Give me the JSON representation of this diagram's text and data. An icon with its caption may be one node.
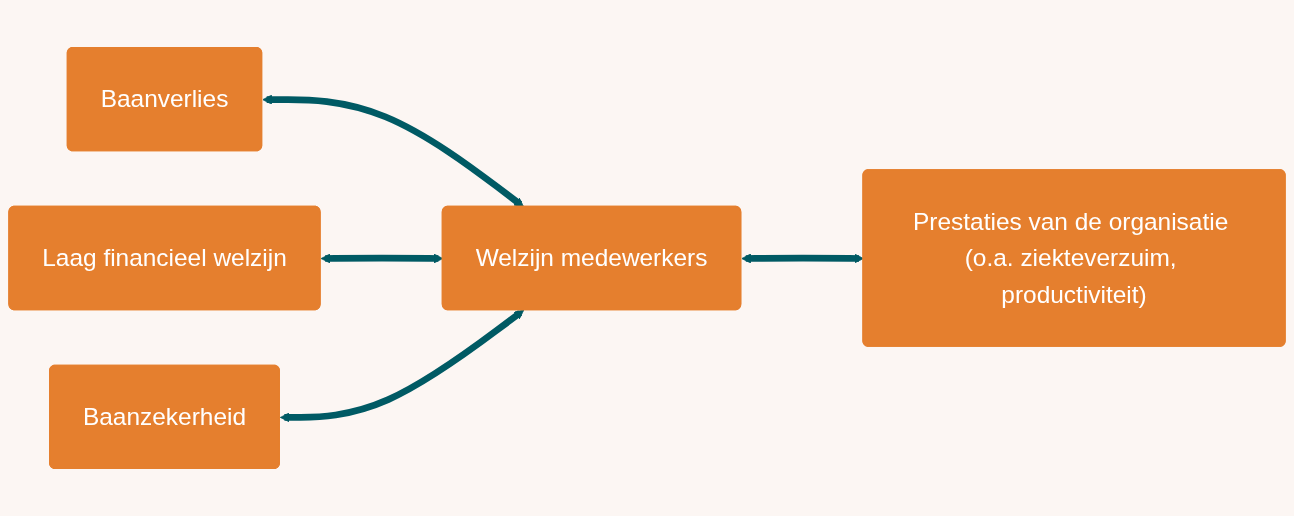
{
  "diagram": {
    "nodes": [
      {
        "text": [
          "Baanverlies"
        ]
      },
      {
        "text": [
          "Laag financieel welzijn"
        ]
      },
      {
        "text": [
          "Baanzekerheid"
        ]
      },
      {
        "text": [
          "Welzijn medewerkers"
        ]
      },
      {
        "text": [
          "Prestaties van de organisatie (o.a. ziekteverzuim, productiviteit)"
        ]
      }
    ],
    "edges": [
      {
        "from": 0,
        "to": 3,
        "arrow": "both"
      },
      {
        "from": 1,
        "to": 3,
        "arrow": "both"
      },
      {
        "from": 2,
        "to": 3,
        "arrow": "both"
      },
      {
        "from": 3,
        "to": 4,
        "arrow": "both"
      }
    ]
  }
}
